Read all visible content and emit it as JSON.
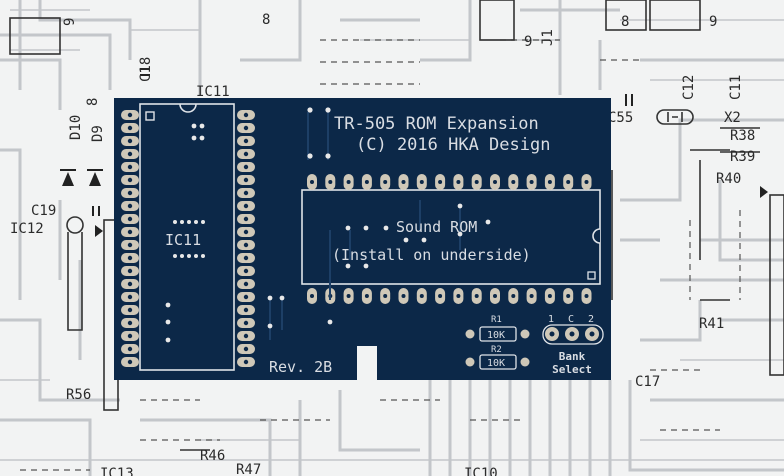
{
  "background_labels": {
    "c18": "C18",
    "ic11_under": "IC11",
    "d10": "D10",
    "d9": "D9",
    "c19": "C19",
    "ic12": "IC12",
    "r56": "R56",
    "r46": "R46",
    "r47": "R47",
    "ic13": "IC13",
    "ic10": "IC10",
    "j1": "J1",
    "eight_a": "8",
    "eight_b": "8",
    "eight_c": "8",
    "nine_a": "9",
    "nine_b": "9",
    "nine_c": "9",
    "c12": "C12",
    "c11": "C11",
    "c55": "C55",
    "x2": "X2",
    "r38": "R38",
    "r39": "R39",
    "r40": "R40",
    "r41": "R41",
    "c17": "C17"
  },
  "board": {
    "title_line1": "TR-505 ROM Expansion",
    "title_line2": "(C) 2016 HKA Design",
    "ic11_label": "IC11",
    "rom_line1": "Sound ROM",
    "rom_line2": "(Install on underside)",
    "revision": "Rev. 2B",
    "r1_label": "R1",
    "r1_value": "10K",
    "r2_label": "R2",
    "r2_value": "10K",
    "jumper_1": "1",
    "jumper_c": "C",
    "jumper_2": "2",
    "bank_line1": "Bank",
    "bank_line2": "Select"
  },
  "colors": {
    "board": "#0c2848",
    "silkscreen": "#dfe3e8",
    "pad": "#cfc8b8",
    "background": "#f2f3f3"
  }
}
